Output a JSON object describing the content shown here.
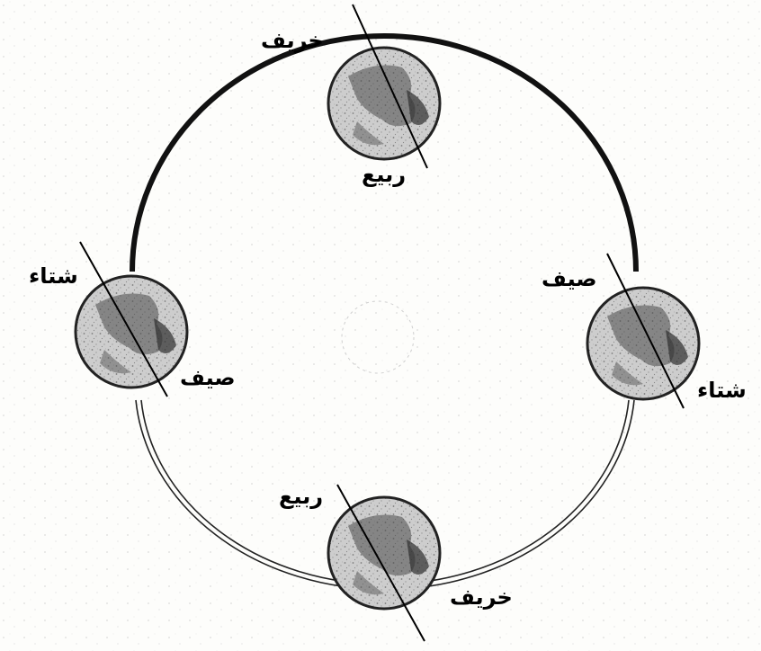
{
  "diagram": {
    "earth_positions": [
      {
        "id": "top",
        "labels": {
          "upper": "خريف",
          "lower": "ربيع"
        }
      },
      {
        "id": "right",
        "labels": {
          "upper": "صيف",
          "lower": "شتاء"
        }
      },
      {
        "id": "bottom",
        "labels": {
          "upper": "ربيع",
          "lower": "خريف"
        }
      },
      {
        "id": "left",
        "labels": {
          "upper": "شتاء",
          "lower": "صيف"
        }
      }
    ],
    "colors": {
      "orbit_thick": "#111111",
      "orbit_thin": "#222222",
      "earth_fill": "#cfcfcf",
      "earth_land": "#3a3a3a",
      "axis": "#000000"
    }
  }
}
